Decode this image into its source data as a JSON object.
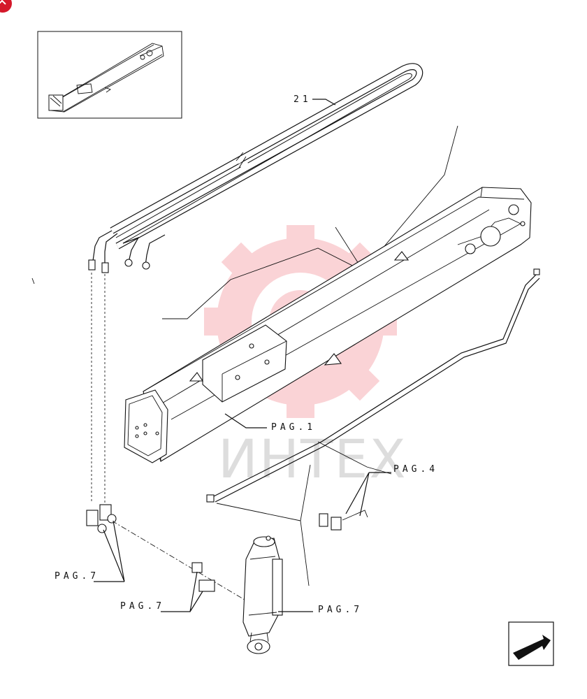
{
  "diagram": {
    "callouts": {
      "hose_21": "21",
      "boom_ref": "PAG.1",
      "pipe_ref": "PAG.4",
      "fittings_left_ref": "PAG.7",
      "adapters_ref": "PAG.7",
      "cylinder_ref": "PAG.7"
    },
    "watermark": {
      "text": "ИНТЕХ",
      "color": "#e60012"
    },
    "icons": {
      "corner_badge": "red-badge-icon",
      "nav_button": "navigation-arrow-icon"
    }
  }
}
